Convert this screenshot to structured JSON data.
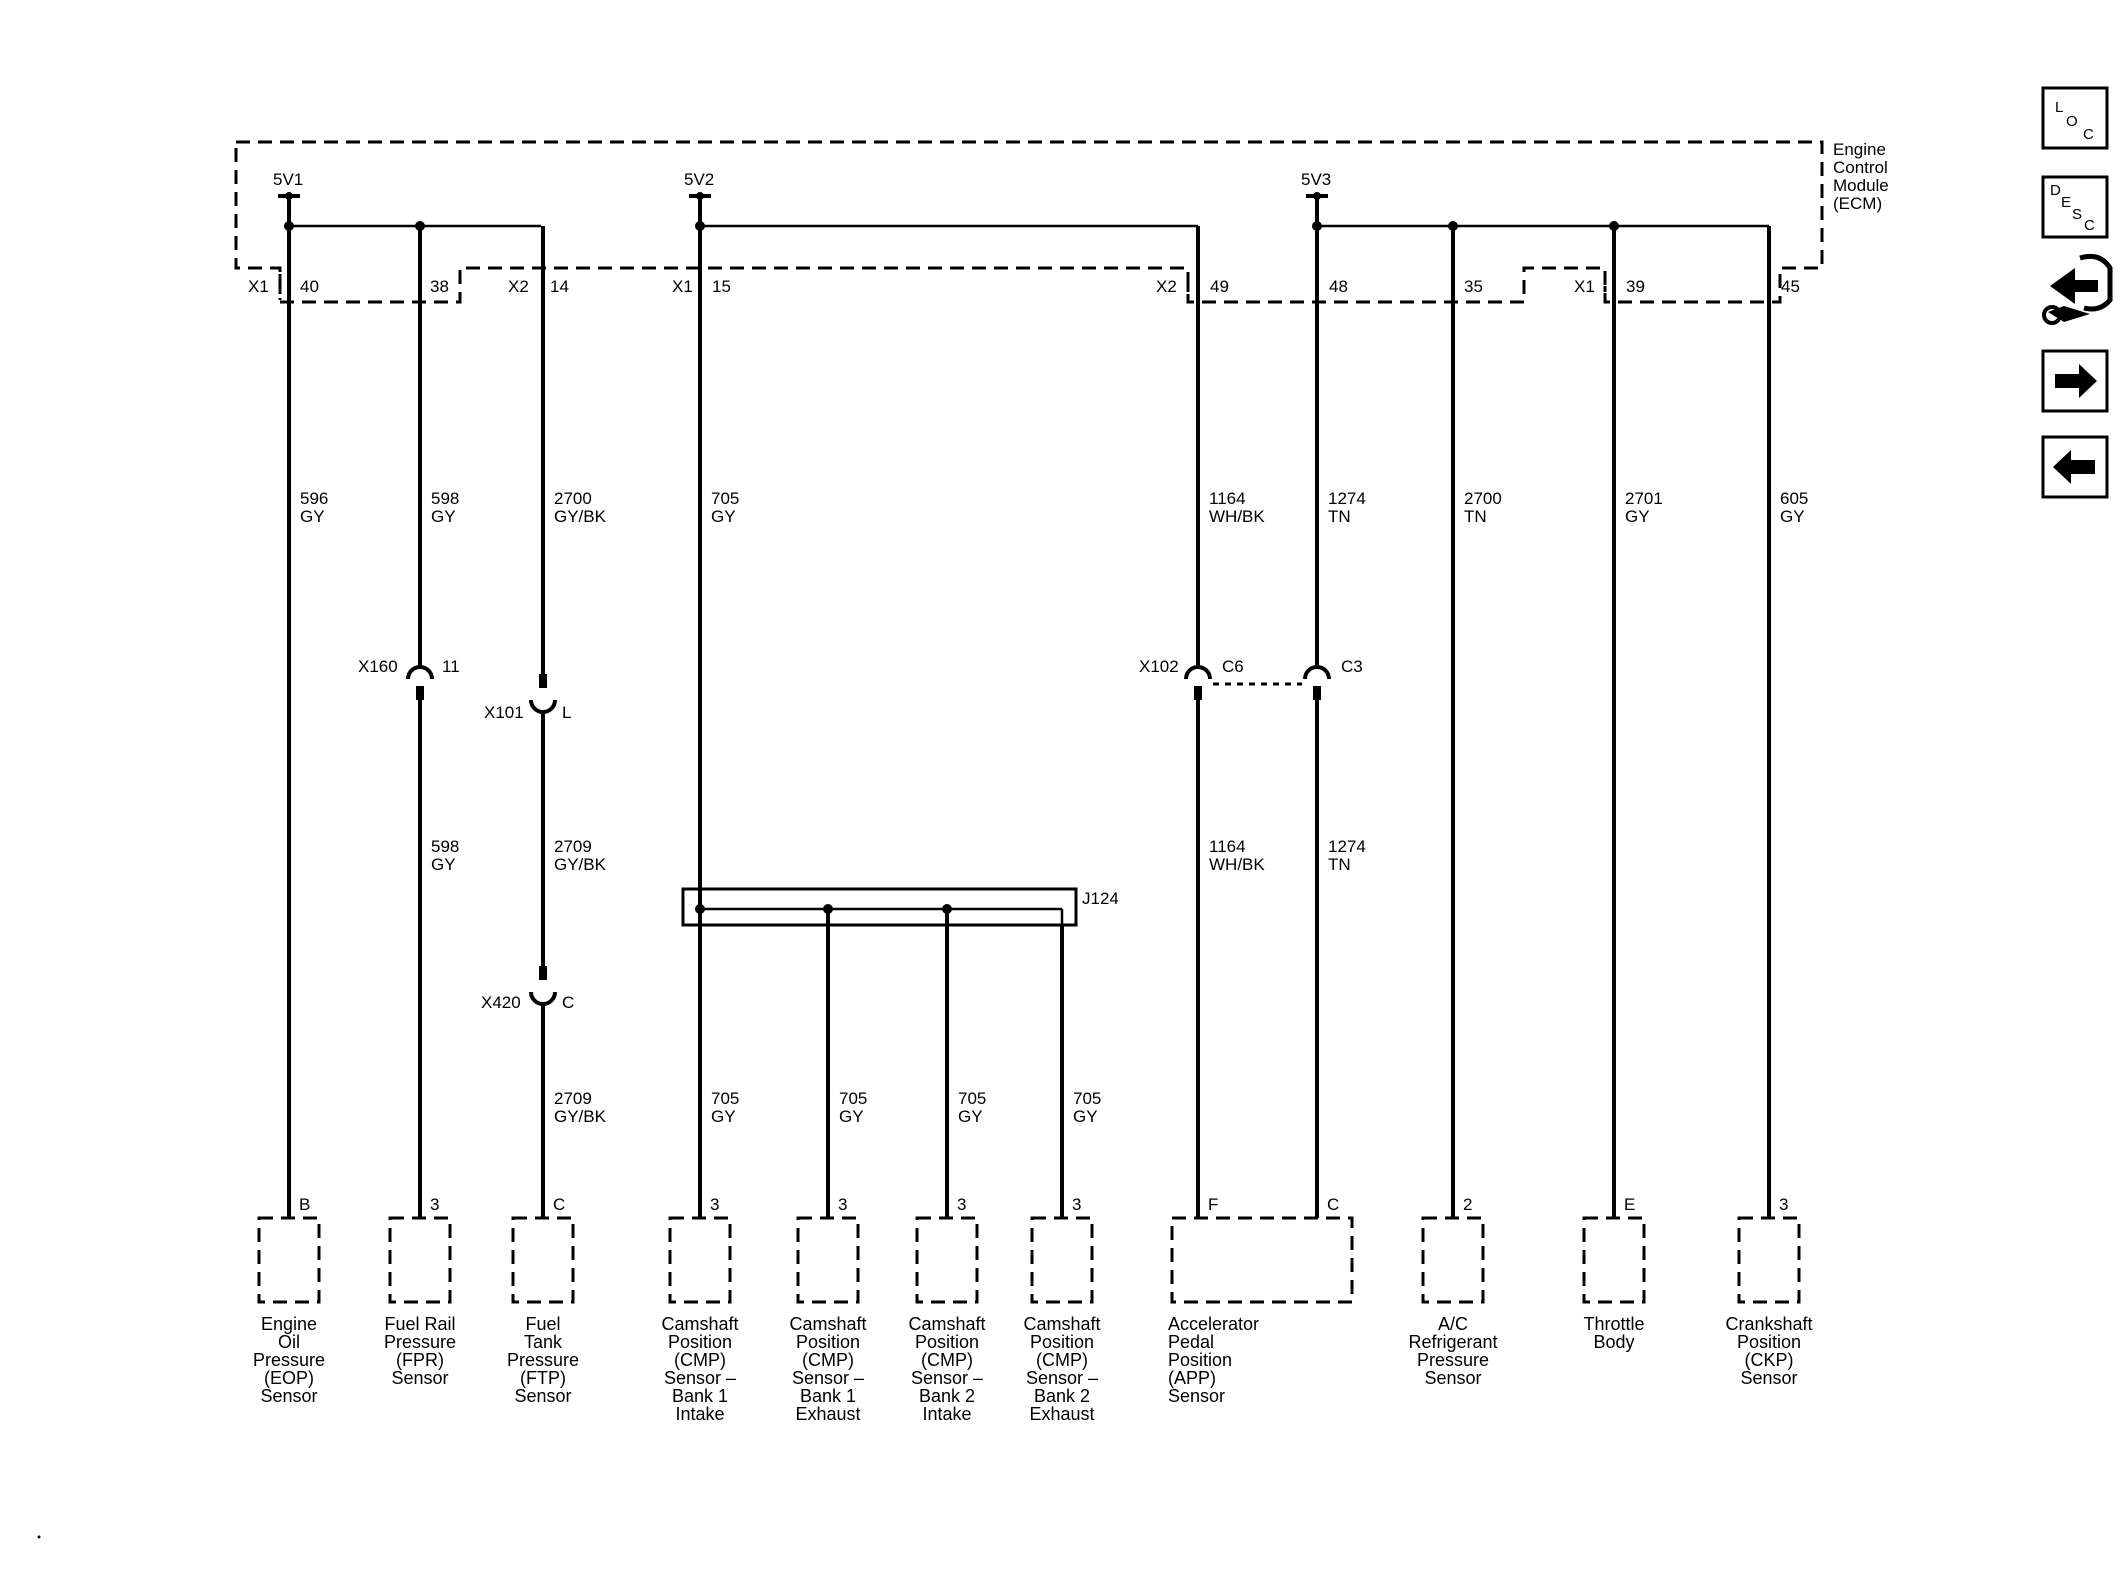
{
  "ecm": {
    "label_lines": [
      "Engine",
      "Control",
      "Module",
      "(ECM)"
    ]
  },
  "refs": {
    "v1": "5V1",
    "v2": "5V2",
    "v3": "5V3"
  },
  "connectors": {
    "c1": "X1",
    "c2": "X2",
    "c3": "X1",
    "c4": "X2",
    "c5": "X1",
    "p40": "40",
    "p38": "38",
    "p14": "14",
    "p15": "15",
    "p49": "49",
    "p48": "48",
    "p35": "35",
    "p39": "39",
    "p45": "45"
  },
  "wires": {
    "w1": [
      "596",
      "GY"
    ],
    "w2": [
      "598",
      "GY"
    ],
    "w3": [
      "2700",
      "GY/BK"
    ],
    "w4": [
      "705",
      "GY"
    ],
    "w5": [
      "1164",
      "WH/BK"
    ],
    "w6": [
      "1274",
      "TN"
    ],
    "w7": [
      "2700",
      "TN"
    ],
    "w8": [
      "2701",
      "GY"
    ],
    "w9": [
      "605",
      "GY"
    ],
    "w2b": [
      "598",
      "GY"
    ],
    "w3b": [
      "2709",
      "GY/BK"
    ],
    "w3c": [
      "2709",
      "GY/BK"
    ],
    "w5b": [
      "1164",
      "WH/BK"
    ],
    "w6b": [
      "1274",
      "TN"
    ],
    "b1": [
      "705",
      "GY"
    ],
    "b2": [
      "705",
      "GY"
    ],
    "b3": [
      "705",
      "GY"
    ],
    "b4": [
      "705",
      "GY"
    ]
  },
  "inline_connectors": {
    "x160": "X160",
    "x160_pin": "11",
    "x101": "X101",
    "x101_pin": "L",
    "x420": "X420",
    "x420_pin": "C",
    "x102": "X102",
    "x102_pin_a": "C6",
    "x102_pin_b": "C3"
  },
  "splice": "J124",
  "sensor_pins": {
    "eop": "B",
    "fpr": "3",
    "ftp": "C",
    "cmp1": "3",
    "cmp2": "3",
    "cmp3": "3",
    "cmp4": "3",
    "app_f": "F",
    "app_c": "C",
    "ac": "2",
    "tb": "E",
    "ckp": "3"
  },
  "sensors": {
    "eop": [
      "Engine",
      "Oil",
      "Pressure",
      "(EOP)",
      "Sensor"
    ],
    "fpr": [
      "Fuel Rail",
      "Pressure",
      "(FPR)",
      "Sensor"
    ],
    "ftp": [
      "Fuel",
      "Tank",
      "Pressure",
      "(FTP)",
      "Sensor"
    ],
    "cmp1": [
      "Camshaft",
      "Position",
      "(CMP)",
      "Sensor –",
      "Bank 1",
      "Intake"
    ],
    "cmp2": [
      "Camshaft",
      "Position",
      "(CMP)",
      "Sensor –",
      "Bank 1",
      "Exhaust"
    ],
    "cmp3": [
      "Camshaft",
      "Position",
      "(CMP)",
      "Sensor –",
      "Bank 2",
      "Intake"
    ],
    "cmp4": [
      "Camshaft",
      "Position",
      "(CMP)",
      "Sensor –",
      "Bank 2",
      "Exhaust"
    ],
    "app": [
      "Accelerator",
      "Pedal",
      "Position",
      "(APP)",
      "Sensor"
    ],
    "ac": [
      "A/C",
      "Refrigerant",
      "Pressure",
      "Sensor"
    ],
    "tb": [
      "Throttle",
      "Body"
    ],
    "ckp": [
      "Crankshaft",
      "Position",
      "(CKP)",
      "Sensor"
    ]
  },
  "nav": {
    "loc": [
      "L",
      "O",
      "C"
    ],
    "desc": [
      "D",
      "E",
      "S",
      "C"
    ],
    "icons": [
      "connector-end-view-icon",
      "forward-arrow-icon",
      "back-arrow-icon"
    ]
  }
}
